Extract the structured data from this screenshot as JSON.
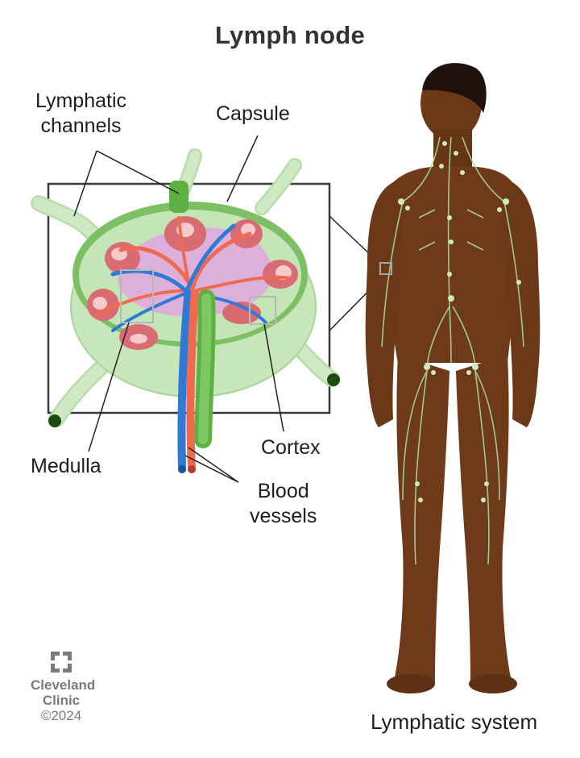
{
  "title": "Lymph node",
  "labels": {
    "lymphatic_channels": [
      "Lymphatic",
      "channels"
    ],
    "capsule": "Capsule",
    "medulla": "Medulla",
    "cortex": "Cortex",
    "blood_vessels": [
      "Blood",
      "vessels"
    ],
    "lymphatic_system": "Lymphatic system"
  },
  "branding": {
    "name_line1": "Cleveland",
    "name_line2": "Clinic",
    "copyright": "©2024"
  },
  "colors": {
    "node_outer": "#cfe9c4",
    "node_inner": "#bfe3b2",
    "node_green_dark": "#5fb043",
    "follicle": "#d96b73",
    "follicle_center": "#f6c9cc",
    "medulla": "#d8a9d6",
    "artery": "#ef6a4e",
    "vein": "#2f7ad6",
    "skin": "#6b3818",
    "lymph_lines": "#a9d89a",
    "box_stroke": "#333333"
  }
}
